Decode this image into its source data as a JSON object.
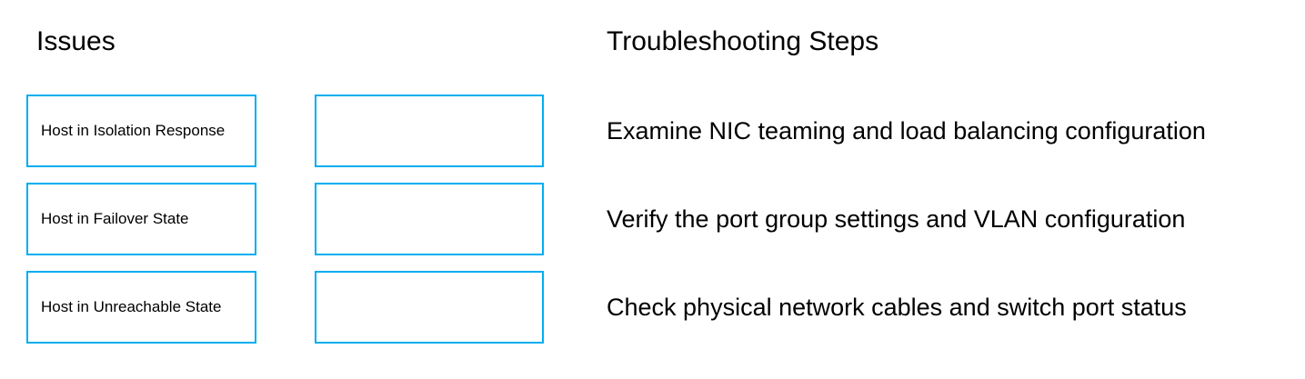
{
  "accent_color": "#00aeef",
  "background_color": "#ffffff",
  "text_color": "#000000",
  "headings": {
    "issues": "Issues",
    "troubleshooting_steps": "Troubleshooting Steps"
  },
  "issues": [
    {
      "label": "Host in Isolation Response"
    },
    {
      "label": "Host in Failover State"
    },
    {
      "label": "Host in Unreachable State"
    }
  ],
  "dropzones": [
    {
      "value": ""
    },
    {
      "value": ""
    },
    {
      "value": ""
    }
  ],
  "troubleshooting_steps": [
    {
      "text": "Examine NIC teaming and load balancing configuration"
    },
    {
      "text": "Verify the port group settings and VLAN configuration"
    },
    {
      "text": "Check physical network cables and switch port status"
    }
  ]
}
